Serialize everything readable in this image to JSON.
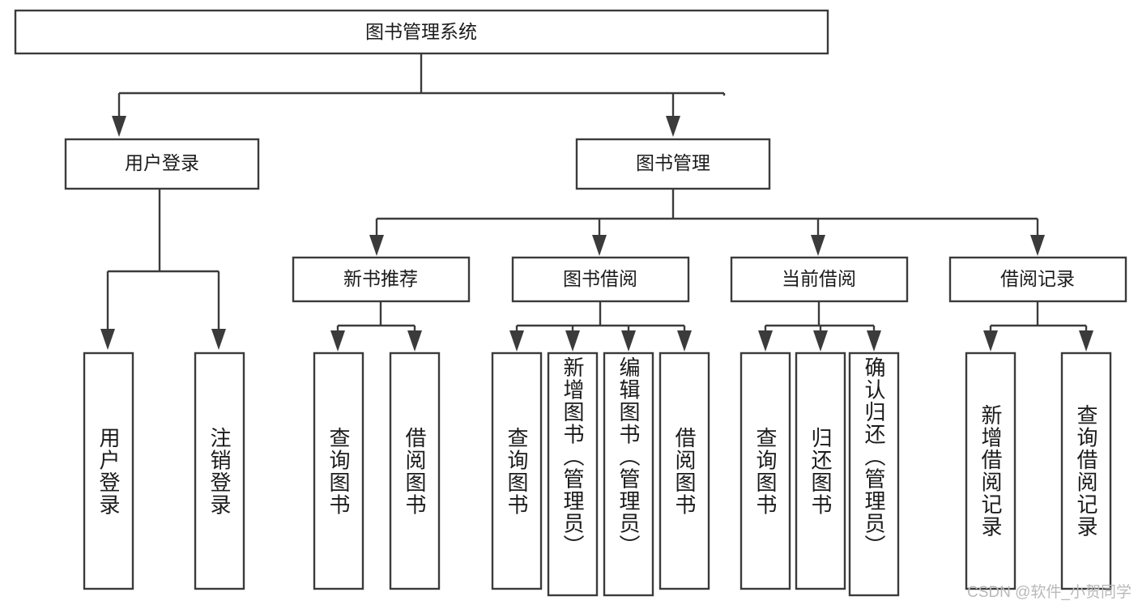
{
  "diagram": {
    "type": "tree-hierarchy-flowchart",
    "title": "图书管理系统",
    "orientation": "top-down",
    "colors": {
      "box_fill": "#ffffff",
      "box_stroke": "#3b3b3b",
      "text": "#1b1b1b",
      "background": "#ffffff",
      "watermark": "#b9b9b9"
    },
    "root": {
      "label": "图书管理系统"
    },
    "level2": [
      {
        "label": "用户登录"
      },
      {
        "label": "图书管理"
      }
    ],
    "level3": [
      {
        "label": "新书推荐"
      },
      {
        "label": "图书借阅"
      },
      {
        "label": "当前借阅"
      },
      {
        "label": "借阅记录"
      }
    ],
    "leaves": {
      "user_login": [
        {
          "label": "用户登录"
        },
        {
          "label": "注销登录"
        }
      ],
      "new_book_recommend": [
        {
          "label": "查询图书"
        },
        {
          "label": "借阅图书"
        }
      ],
      "book_borrow": [
        {
          "label": "查询图书"
        },
        {
          "label": "新增图书（管理员）"
        },
        {
          "label": "编辑图书（管理员）"
        },
        {
          "label": "借阅图书"
        }
      ],
      "current_borrow": [
        {
          "label": "查询图书"
        },
        {
          "label": "归还图书"
        },
        {
          "label": "确认归还（管理员）"
        }
      ],
      "borrow_record": [
        {
          "label": "新增借阅记录"
        },
        {
          "label": "查询借阅记录"
        }
      ]
    }
  },
  "watermark": {
    "text": "CSDN @软件_小贺同学"
  }
}
